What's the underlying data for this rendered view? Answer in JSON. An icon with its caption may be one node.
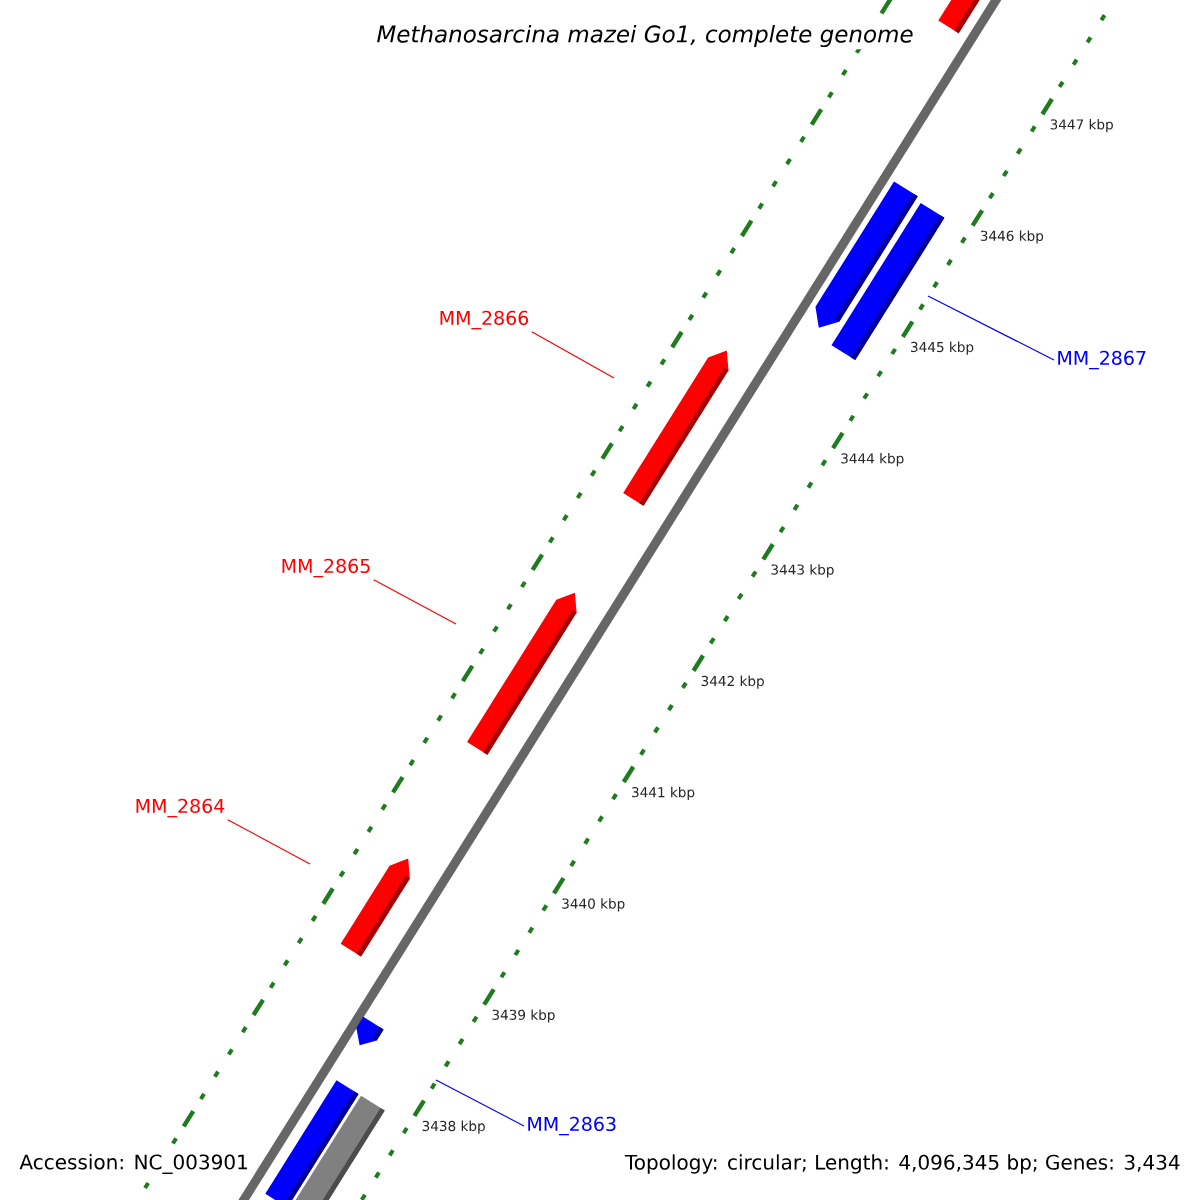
{
  "diagram": {
    "title": "Methanosarcina mazei Go1, complete genome",
    "nodes": [
      {
        "text": [
          "MM_2866"
        ]
      },
      {
        "text": [
          "MM_2865"
        ]
      },
      {
        "text": [
          "MM_2864"
        ]
      },
      {
        "text": [
          "MM_2867"
        ]
      },
      {
        "text": [
          "MM_2863"
        ]
      }
    ],
    "edges": [
      {
        "from": 0,
        "to": null,
        "arrow": "none"
      },
      {
        "from": 1,
        "to": null,
        "arrow": "none"
      },
      {
        "from": 2,
        "to": null,
        "arrow": "none"
      },
      {
        "from": 3,
        "to": null,
        "arrow": "none",
        "color": "#0000ff"
      },
      {
        "from": 4,
        "to": null,
        "arrow": "none",
        "color": "#0000ff"
      }
    ],
    "labels": [
      "3447 kbp",
      "3446 kbp",
      "3445 kbp",
      "3444 kbp",
      "3443 kbp",
      "3442 kbp",
      "3441 kbp",
      "3440 kbp",
      "3439 kbp",
      "3438 kbp",
      "Accession: NC_003901",
      "Topology: circular; Length: 4,096,345 bp; Genes: 3,434"
    ]
  }
}
